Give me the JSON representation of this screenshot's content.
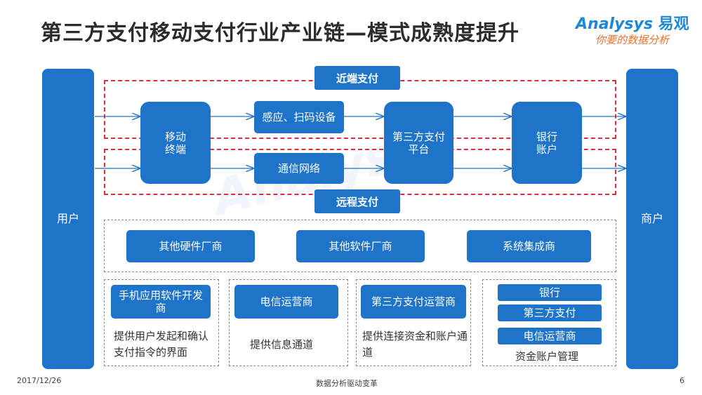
{
  "title": "第三方支付移动支付行业产业链—模式成熟度提升",
  "logo": {
    "en": "Analysys",
    "cn": "易观",
    "slogan": "你要的数据分析"
  },
  "user": "用户",
  "merchant": "商户",
  "near_label": "近端支付",
  "remote_label": "远程支付",
  "mobile_terminal": "移动终端",
  "sensing_device": "感应、扫码设备",
  "comm_network": "通信网络",
  "third_party_platform": "第三方支付平台",
  "bank_account": "银行账户",
  "middle_row": [
    "其他硬件厂商",
    "其他软件厂商",
    "系统集成商"
  ],
  "bottom": [
    {
      "box": "手机应用软件开发商",
      "desc": "提供用户发起和确认支付指令的界面"
    },
    {
      "box": "电信运营商",
      "desc": "提供信息通道"
    },
    {
      "box": "第三方支付运营商",
      "desc": "提供连接资金和账户通道"
    }
  ],
  "account_group": {
    "items": [
      "银行",
      "第三方支付",
      "电信运营商"
    ],
    "desc": "资金账户管理"
  },
  "footer": {
    "date": "2017/12/26",
    "center": "数据分析驱动变革",
    "page": "6"
  },
  "colors": {
    "primary": "#1e74c9",
    "near_remote_border": "#d9303a",
    "group_border": "#888888"
  }
}
